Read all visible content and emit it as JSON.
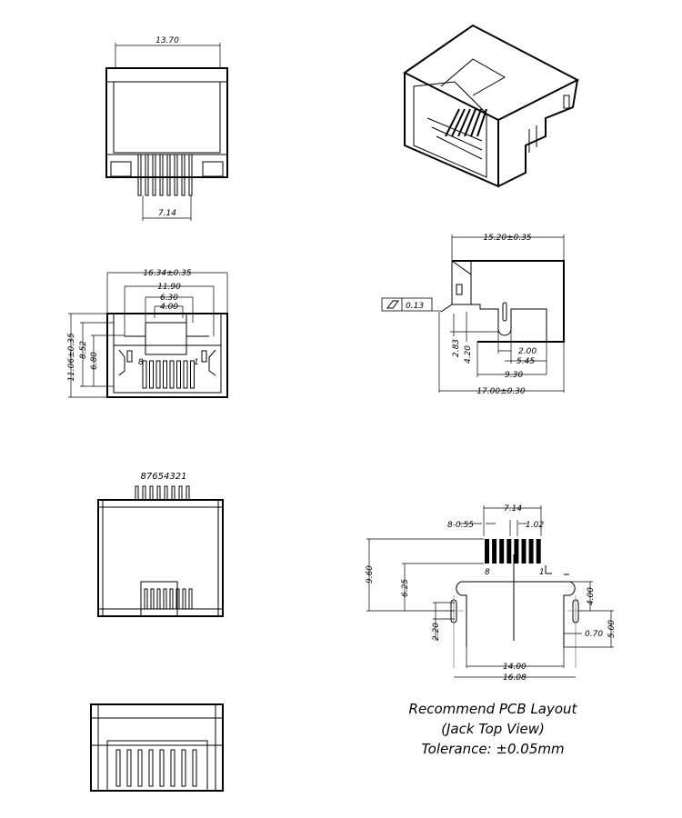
{
  "front_view": {
    "width_label": "13.70",
    "pin_span_label": "7.14"
  },
  "front_dims_view": {
    "overall_width": "16.34±0.35",
    "inner_width": "11.90",
    "opening_width": "6.30",
    "tab_width": "4.00",
    "overall_height": "11.06±0.35",
    "height_a": "8.52",
    "height_b": "6.80",
    "pin_label_left": "8",
    "pin_label_right": "1"
  },
  "side_view": {
    "flatness_symbol": "parallelogram",
    "flatness_value": "0.13",
    "top_length": "15.20±0.35",
    "overall_length": "17.00±0.30",
    "dim_283": "2.83",
    "dim_420": "4.20",
    "dim_200": "2.00",
    "dim_545": "5.45",
    "dim_930": "9.30"
  },
  "bottom_view": {
    "pin_numbers": "87654321"
  },
  "pcb_layout": {
    "pin_span": "7.14",
    "pad_width": "8-0.55",
    "pitch": "1.02",
    "dim_960": "9.60",
    "dim_625": "6.25",
    "dim_220": "2.20",
    "dim_400": "4.00",
    "dim_070": "0.70",
    "dim_500": "5.00",
    "dim_1400": "14.00",
    "dim_1608": "16.08",
    "pin_label_left": "8",
    "pin_label_right": "1",
    "caption_line1": "Recommend  PCB  Layout",
    "caption_line2": "(Jack  Top  View)",
    "caption_line3": "Tolerance:  ±0.05mm"
  }
}
